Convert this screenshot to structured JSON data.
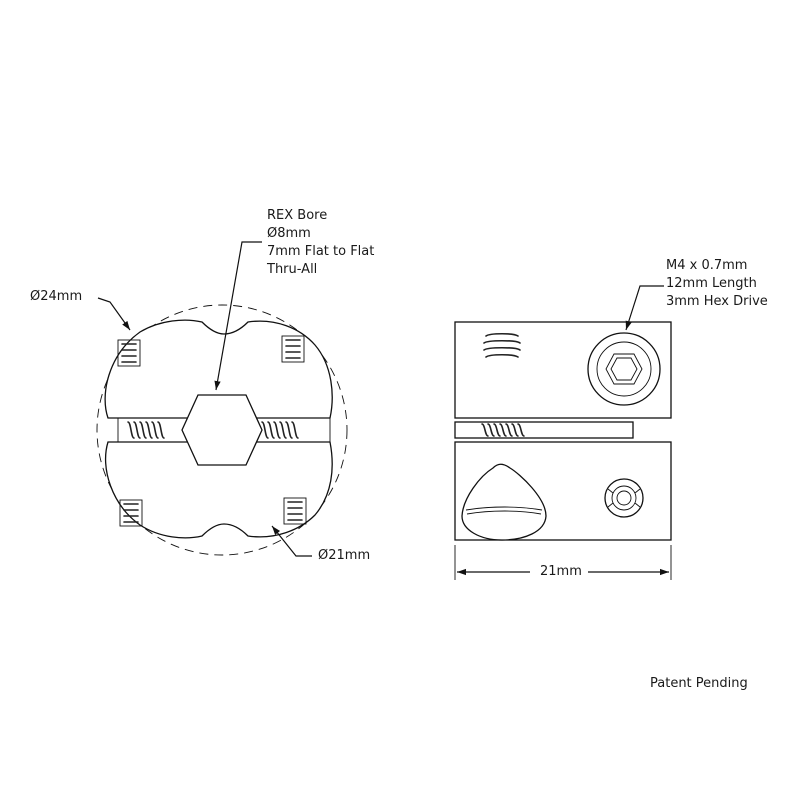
{
  "annotations": {
    "bore_label": [
      "REX Bore",
      "Ø8mm",
      "7mm Flat to Flat",
      "Thru-All"
    ],
    "outer_diameter": "Ø24mm",
    "inner_diameter": "Ø21mm",
    "screw_label": [
      "M4 x 0.7mm",
      "12mm Length",
      "3mm Hex Drive"
    ],
    "width_dim": "21mm",
    "footer": "Patent Pending"
  }
}
